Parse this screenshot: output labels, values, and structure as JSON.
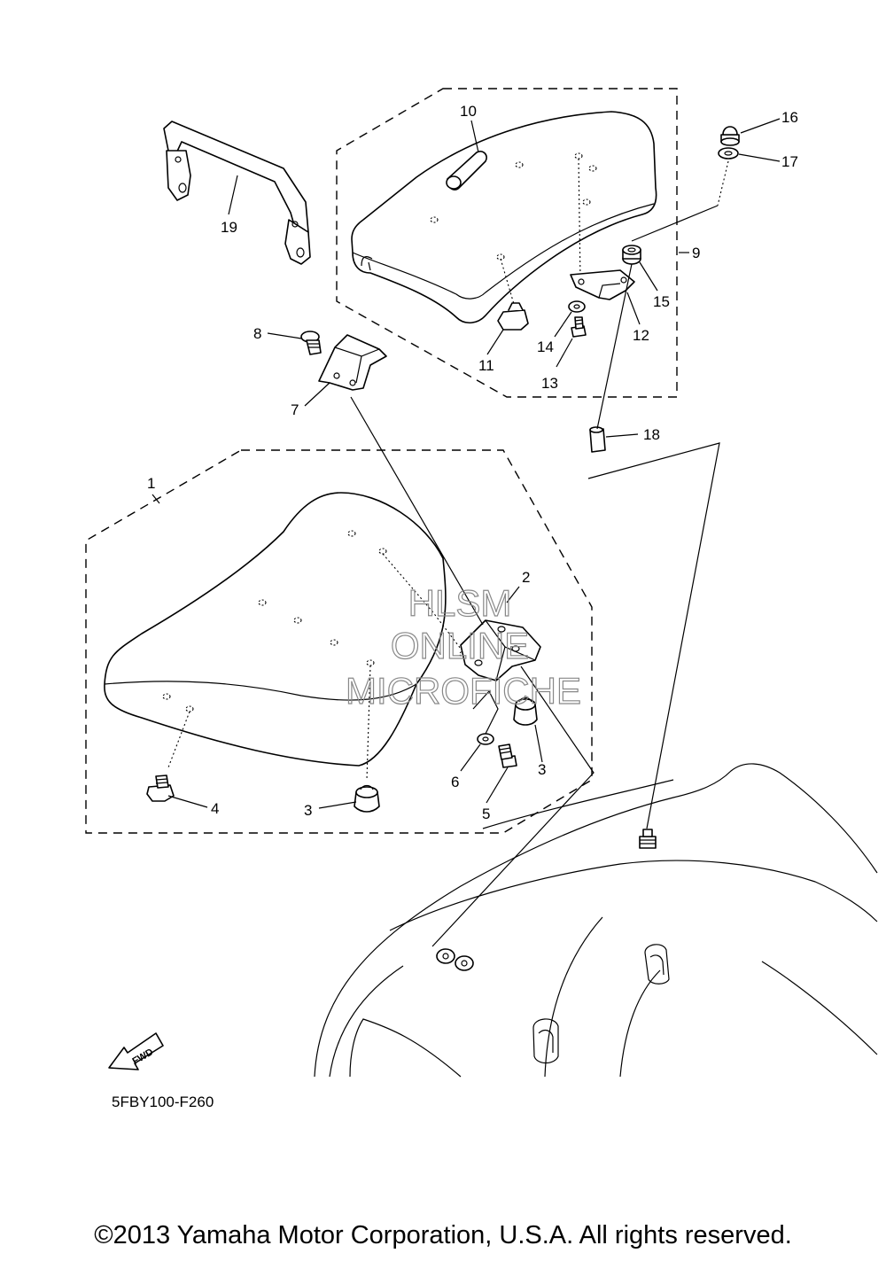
{
  "watermark": {
    "line1": "HLSM",
    "line2": "ONLINE",
    "line3": "MICROFICHE"
  },
  "callouts": {
    "c1": "1",
    "c2": "2",
    "c3a": "3",
    "c3b": "3",
    "c4": "4",
    "c5": "5",
    "c6": "6",
    "c7": "7",
    "c8": "8",
    "c9": "9",
    "c10": "10",
    "c11": "11",
    "c12": "12",
    "c13": "13",
    "c14": "14",
    "c15": "15",
    "c16": "16",
    "c17": "17",
    "c18": "18",
    "c19": "19"
  },
  "direction_badge": {
    "label": "FWD",
    "icon": "fwd-arrow-icon"
  },
  "diagram_code": "5FBY100-F260",
  "copyright": "©2013 Yamaha Motor Corporation, U.S.A. All rights reserved."
}
